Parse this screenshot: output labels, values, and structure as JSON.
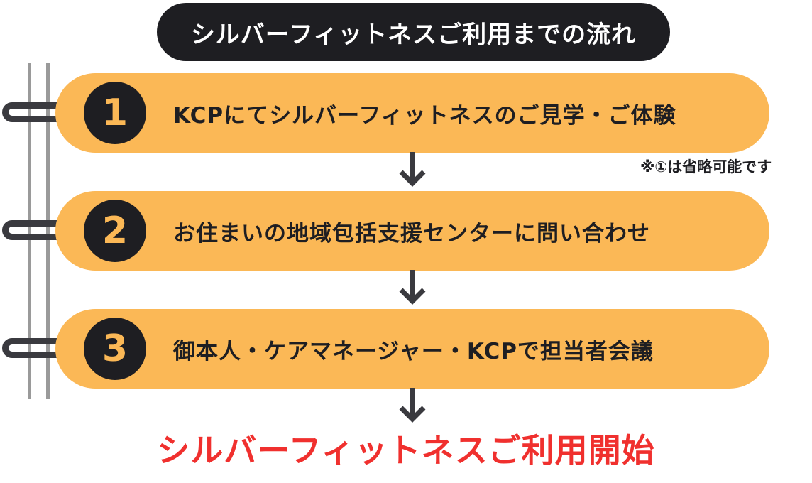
{
  "title": "シルバーフィットネスご利用までの流れ",
  "steps": [
    {
      "number": "1",
      "label": "KCPにてシルバーフィットネスのご見学・ご体験"
    },
    {
      "number": "2",
      "label": "お住まいの地域包括支援センターに問い合わせ"
    },
    {
      "number": "3",
      "label": "御本人・ケアマネージャー・KCPで担当者会議"
    }
  ],
  "note": "※①は省略可能です",
  "final": "シルバーフィットネスご利用開始",
  "colors": {
    "dark": "#1e1e22",
    "step_fill": "#fbb856",
    "final_text": "#f0302e",
    "rail": "#9a9a9a"
  },
  "icons": [
    "arrow-down-icon",
    "binder-ring-icon"
  ]
}
